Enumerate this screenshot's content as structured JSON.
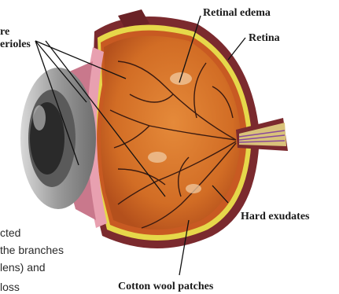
{
  "labels": {
    "retinal_edema": "Retinal edema",
    "retina": "Retina",
    "arterioles_line1": "re",
    "arterioles_line2": "erioles",
    "hard_exudates": "Hard exudates",
    "cotton_wool": "Cotton wool patches"
  },
  "caption_fragments": [
    "cted",
    "the branches",
    "lens) and",
    "loss"
  ],
  "colors": {
    "retina_orange": "#d8772a",
    "retina_deep": "#b4501c",
    "sclera_maroon": "#7b2a2e",
    "lens_grey": "#9a9a9a",
    "iris_dark": "#3a3a3a",
    "pink_ciliary": "#e8a0b0",
    "yellow_layer": "#e6d84a",
    "optic_nerve": "#d9c27a"
  }
}
